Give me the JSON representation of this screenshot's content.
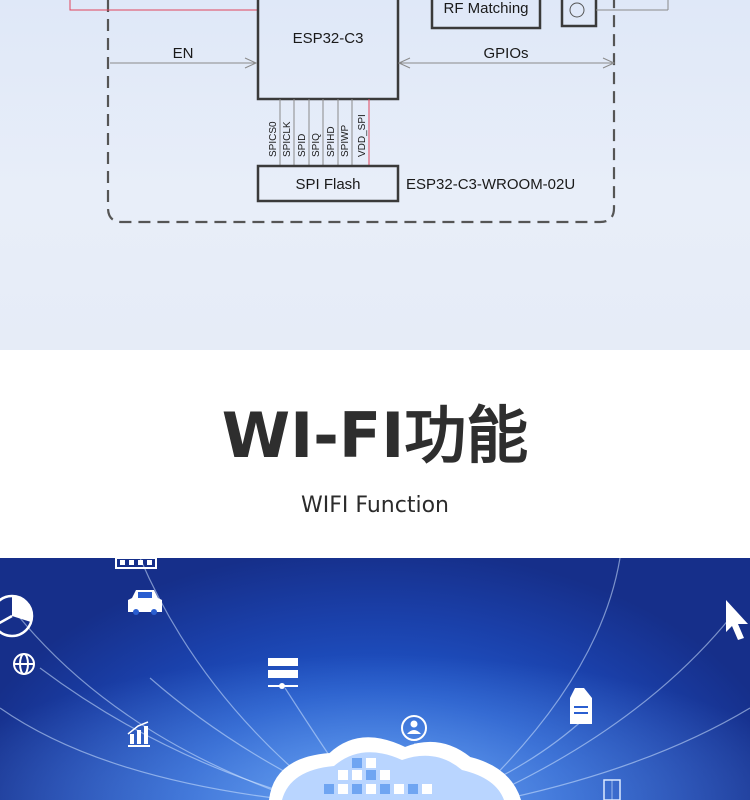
{
  "diagram": {
    "chip_label": "ESP32-C3",
    "rf_label": "RF Matching",
    "en_label": "EN",
    "gpio_label": "GPIOs",
    "flash_label": "SPI Flash",
    "module_label": "ESP32-C3-WROOM-02U",
    "spi_pins": [
      "SPICS0",
      "SPICLK",
      "SPID",
      "SPIQ",
      "SPIHD",
      "SPIWP",
      "VDD_SPI"
    ],
    "colors": {
      "line": "#8a8a8a",
      "box": "#3a3a3a",
      "power_line": "#e0445c"
    }
  },
  "section": {
    "title": "WI-FI功能",
    "subtitle": "WIFI Function"
  },
  "illustration": {
    "icons": [
      "grid-icon",
      "pie-chart-icon",
      "car-icon",
      "globe-icon",
      "server-icon",
      "bar-chart-icon",
      "user-icon",
      "document-icon",
      "cursor-icon",
      "cloud-icon"
    ]
  }
}
